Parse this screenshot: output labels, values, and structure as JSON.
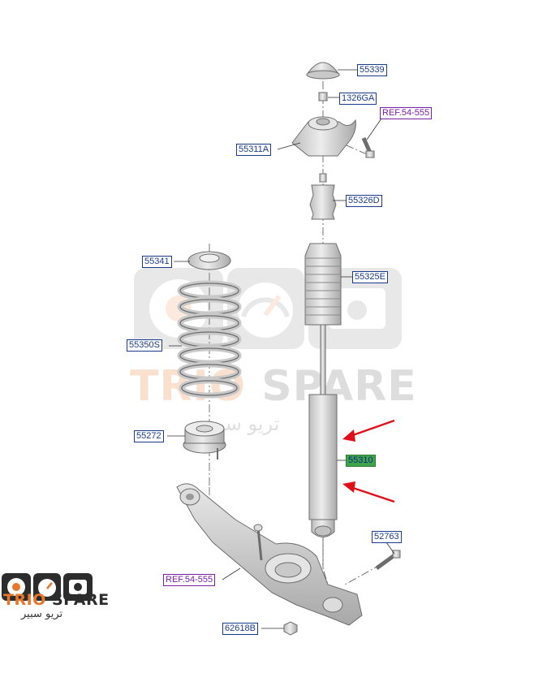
{
  "watermark": {
    "brand_primary": "TRIO",
    "brand_secondary": "SPARE",
    "brand_arabic": "تريو سبير"
  },
  "logo": {
    "brand_primary": "TRIO",
    "brand_secondary": "SPARE",
    "brand_arabic": "تريو سبير"
  },
  "callouts": {
    "p55339": "55339",
    "p1326GA": "1326GA",
    "ref_top": "REF.54-555",
    "p55311A": "55311A",
    "p55326D": "55326D",
    "p55341": "55341",
    "p55325E": "55325E",
    "p55350S": "55350S",
    "p55272": "55272",
    "p55310": "55310",
    "p52763": "52763",
    "ref_bottom": "REF.54-555",
    "p62618B": "62618B"
  },
  "colors": {
    "part_fill": "#d2d2d2",
    "part_stroke": "#6d6d6d",
    "label_blue": "#1a3b8c",
    "label_ref_purple": "#7a1fa8",
    "highlight_green": "#3fa34a",
    "arrow_red": "#e0101a",
    "brand_orange": "#e9772b",
    "watermark_gray": "#cfcfcf"
  }
}
